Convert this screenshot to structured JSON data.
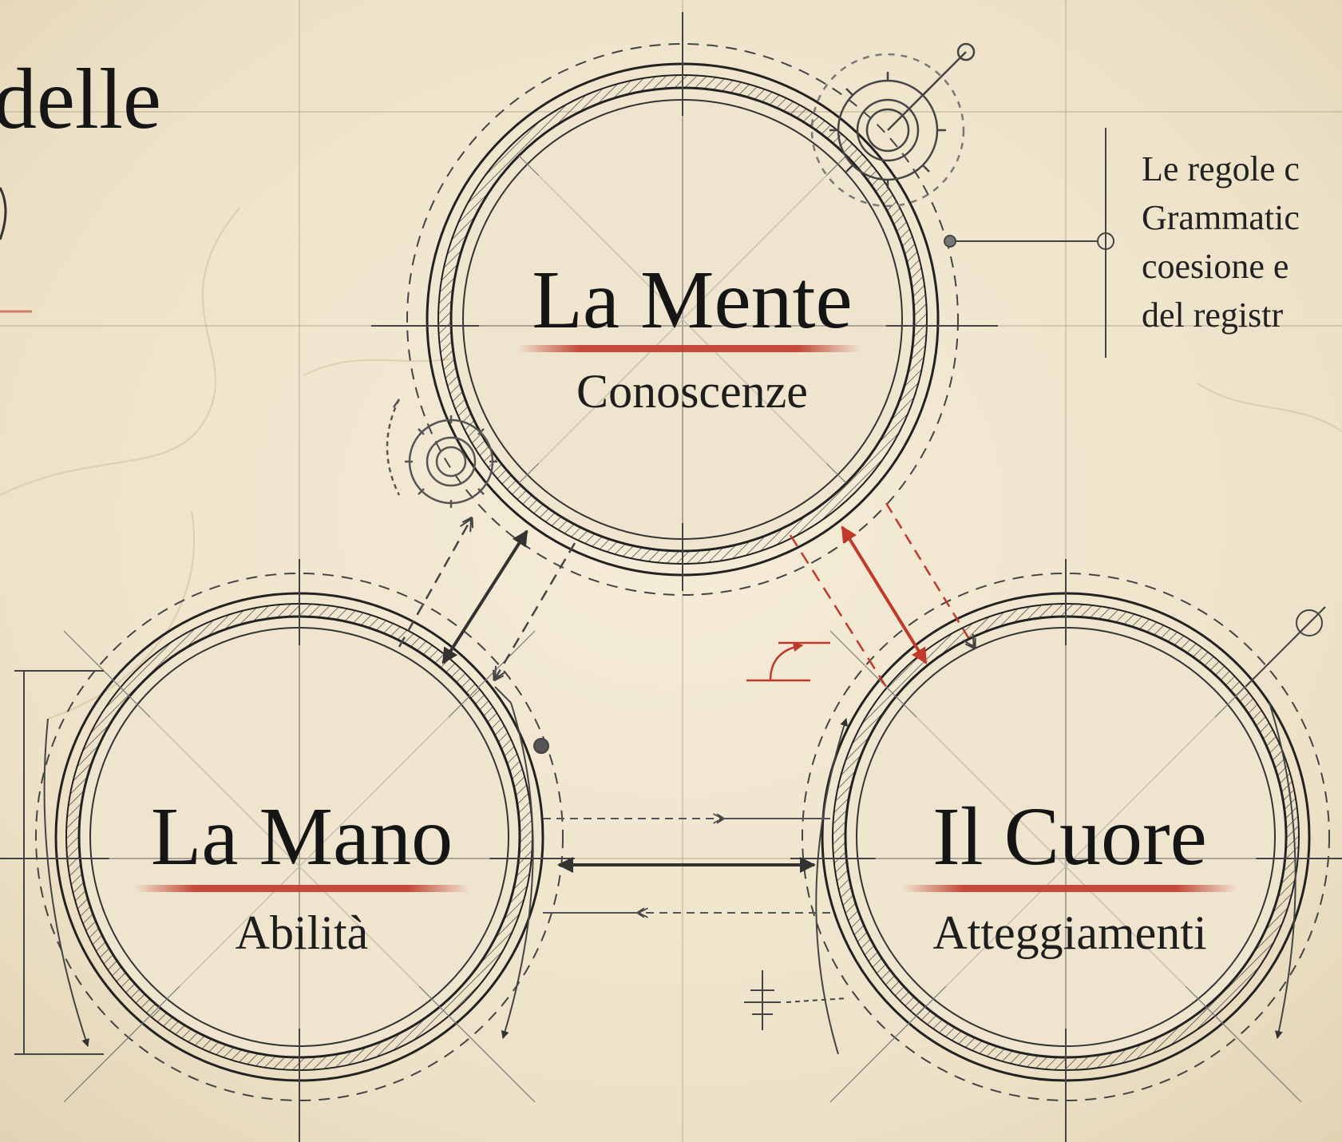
{
  "heading": "delle",
  "nodes": {
    "mente": {
      "title": "La Mente",
      "subtitle": "Conoscenze"
    },
    "mano": {
      "title": "La Mano",
      "subtitle": "Abilità"
    },
    "cuore": {
      "title": "Il Cuore",
      "subtitle": "Atteggiamenti"
    }
  },
  "note": {
    "lines": [
      "Le regole c",
      "Grammatic",
      "coesione e",
      "del registr"
    ]
  },
  "colors": {
    "paper": "#efe5cf",
    "ink": "#1a1a1a",
    "accent_red": "#c0392b"
  }
}
